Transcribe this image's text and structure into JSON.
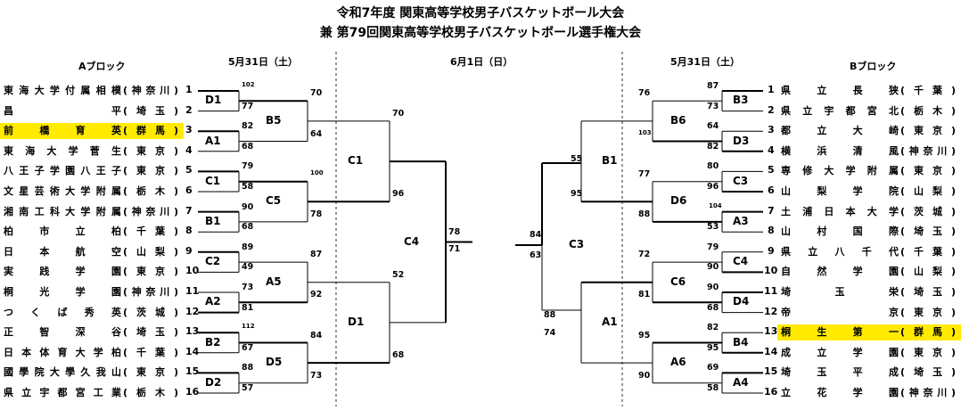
{
  "title1": "令和7年度 関東高等学校男子バスケットボール大会",
  "title2": "兼 第79回関東高等学校男子バスケットボール選手権大会",
  "headers": {
    "left_block": "Aブロック",
    "right_block": "Bブロック",
    "date_left": "5月31日（土）",
    "date_center": "6月1日（日）",
    "date_right": "5月31日（土）"
  },
  "highlight_color": "#ffea00",
  "left_teams": [
    {
      "num": "1",
      "name": "東海大学付属相模",
      "pref": "神奈川"
    },
    {
      "num": "2",
      "name": "昌平",
      "pref": "埼玉"
    },
    {
      "num": "3",
      "name": "前橋育英",
      "pref": "群馬",
      "highlight": true
    },
    {
      "num": "4",
      "name": "東海大学菅生",
      "pref": "東京"
    },
    {
      "num": "5",
      "name": "八王子学園八王子",
      "pref": "東京"
    },
    {
      "num": "6",
      "name": "文星芸術大学附属",
      "pref": "栃木"
    },
    {
      "num": "7",
      "name": "湘南工科大学附属",
      "pref": "神奈川"
    },
    {
      "num": "8",
      "name": "柏市立柏",
      "pref": "千葉"
    },
    {
      "num": "9",
      "name": "日本航空",
      "pref": "山梨"
    },
    {
      "num": "10",
      "name": "実践学園",
      "pref": "東京"
    },
    {
      "num": "11",
      "name": "桐光学園",
      "pref": "神奈川"
    },
    {
      "num": "12",
      "name": "つくば秀英",
      "pref": "茨城"
    },
    {
      "num": "13",
      "name": "正智深谷",
      "pref": "埼玉"
    },
    {
      "num": "14",
      "name": "日本体育大学柏",
      "pref": "千葉"
    },
    {
      "num": "15",
      "name": "國學院大學久我山",
      "pref": "東京"
    },
    {
      "num": "16",
      "name": "県立宇都宮工業",
      "pref": "栃木"
    }
  ],
  "right_teams": [
    {
      "num": "1",
      "name": "県立長狭",
      "pref": "千葉"
    },
    {
      "num": "2",
      "name": "県立宇都宮北",
      "pref": "栃木"
    },
    {
      "num": "3",
      "name": "都立大崎",
      "pref": "東京"
    },
    {
      "num": "4",
      "name": "横浜清風",
      "pref": "神奈川"
    },
    {
      "num": "5",
      "name": "専修大学附属",
      "pref": "東京"
    },
    {
      "num": "6",
      "name": "山梨学院",
      "pref": "山梨"
    },
    {
      "num": "7",
      "name": "土浦日本大学",
      "pref": "茨城"
    },
    {
      "num": "8",
      "name": "山村国際",
      "pref": "埼玉"
    },
    {
      "num": "9",
      "name": "県立八千代",
      "pref": "千葉"
    },
    {
      "num": "10",
      "name": "自然学園",
      "pref": "山梨"
    },
    {
      "num": "11",
      "name": "埼玉栄",
      "pref": "埼玉"
    },
    {
      "num": "12",
      "name": "帝京",
      "pref": "東京"
    },
    {
      "num": "13",
      "name": "桐生第一",
      "pref": "群馬",
      "highlight": true
    },
    {
      "num": "14",
      "name": "成立学園",
      "pref": "東京"
    },
    {
      "num": "15",
      "name": "埼玉平成",
      "pref": "埼玉"
    },
    {
      "num": "16",
      "name": "立花学園",
      "pref": "神奈川"
    }
  ],
  "matches": {
    "left_r1": [
      {
        "label": "D1",
        "top": "102",
        "bottom": "77"
      },
      {
        "label": "A1",
        "top": "82",
        "bottom": "68"
      },
      {
        "label": "C1",
        "top": "79",
        "bottom": "58"
      },
      {
        "label": "B1",
        "top": "90",
        "bottom": "68"
      },
      {
        "label": "C2",
        "top": "89",
        "bottom": "49"
      },
      {
        "label": "A2",
        "top": "73",
        "bottom": "81"
      },
      {
        "label": "B2",
        "top": "112",
        "bottom": "67"
      },
      {
        "label": "D2",
        "top": "88",
        "bottom": "57"
      }
    ],
    "left_r2": [
      {
        "label": "B5",
        "top": "70",
        "bottom": "64"
      },
      {
        "label": "C5",
        "top": "100",
        "bottom": "78"
      },
      {
        "label": "A5",
        "top": "87",
        "bottom": "92"
      },
      {
        "label": "D5",
        "top": "84",
        "bottom": "73"
      }
    ],
    "left_r3": [
      {
        "label": "C1",
        "top": "70",
        "bottom": "96"
      },
      {
        "label": "D1",
        "top": "52",
        "bottom": "68"
      }
    ],
    "left_final": {
      "label": "C4",
      "top": "78",
      "bottom": "71"
    },
    "right_r1": [
      {
        "label": "B3",
        "top": "87",
        "bottom": "73"
      },
      {
        "label": "D3",
        "top": "64",
        "bottom": "82"
      },
      {
        "label": "C3",
        "top": "80",
        "bottom": "96"
      },
      {
        "label": "A3",
        "top": "104",
        "bottom": "53"
      },
      {
        "label": "C4",
        "top": "79",
        "bottom": "90"
      },
      {
        "label": "D4",
        "top": "90",
        "bottom": "68"
      },
      {
        "label": "B4",
        "top": "82",
        "bottom": "95"
      },
      {
        "label": "A4",
        "top": "69",
        "bottom": "58"
      }
    ],
    "right_r2": [
      {
        "label": "B6",
        "top": "76",
        "bottom": "103"
      },
      {
        "label": "D6",
        "top": "77",
        "bottom": "88"
      },
      {
        "label": "C6",
        "top": "72",
        "bottom": "81"
      },
      {
        "label": "A6",
        "top": "95",
        "bottom": "90"
      }
    ],
    "right_r3": [
      {
        "label": "B1",
        "top": "55",
        "bottom": "95"
      },
      {
        "label": "A1",
        "top": "88",
        "bottom": "74"
      }
    ],
    "right_final": {
      "label": "C3",
      "top": "84",
      "bottom": "63"
    }
  }
}
